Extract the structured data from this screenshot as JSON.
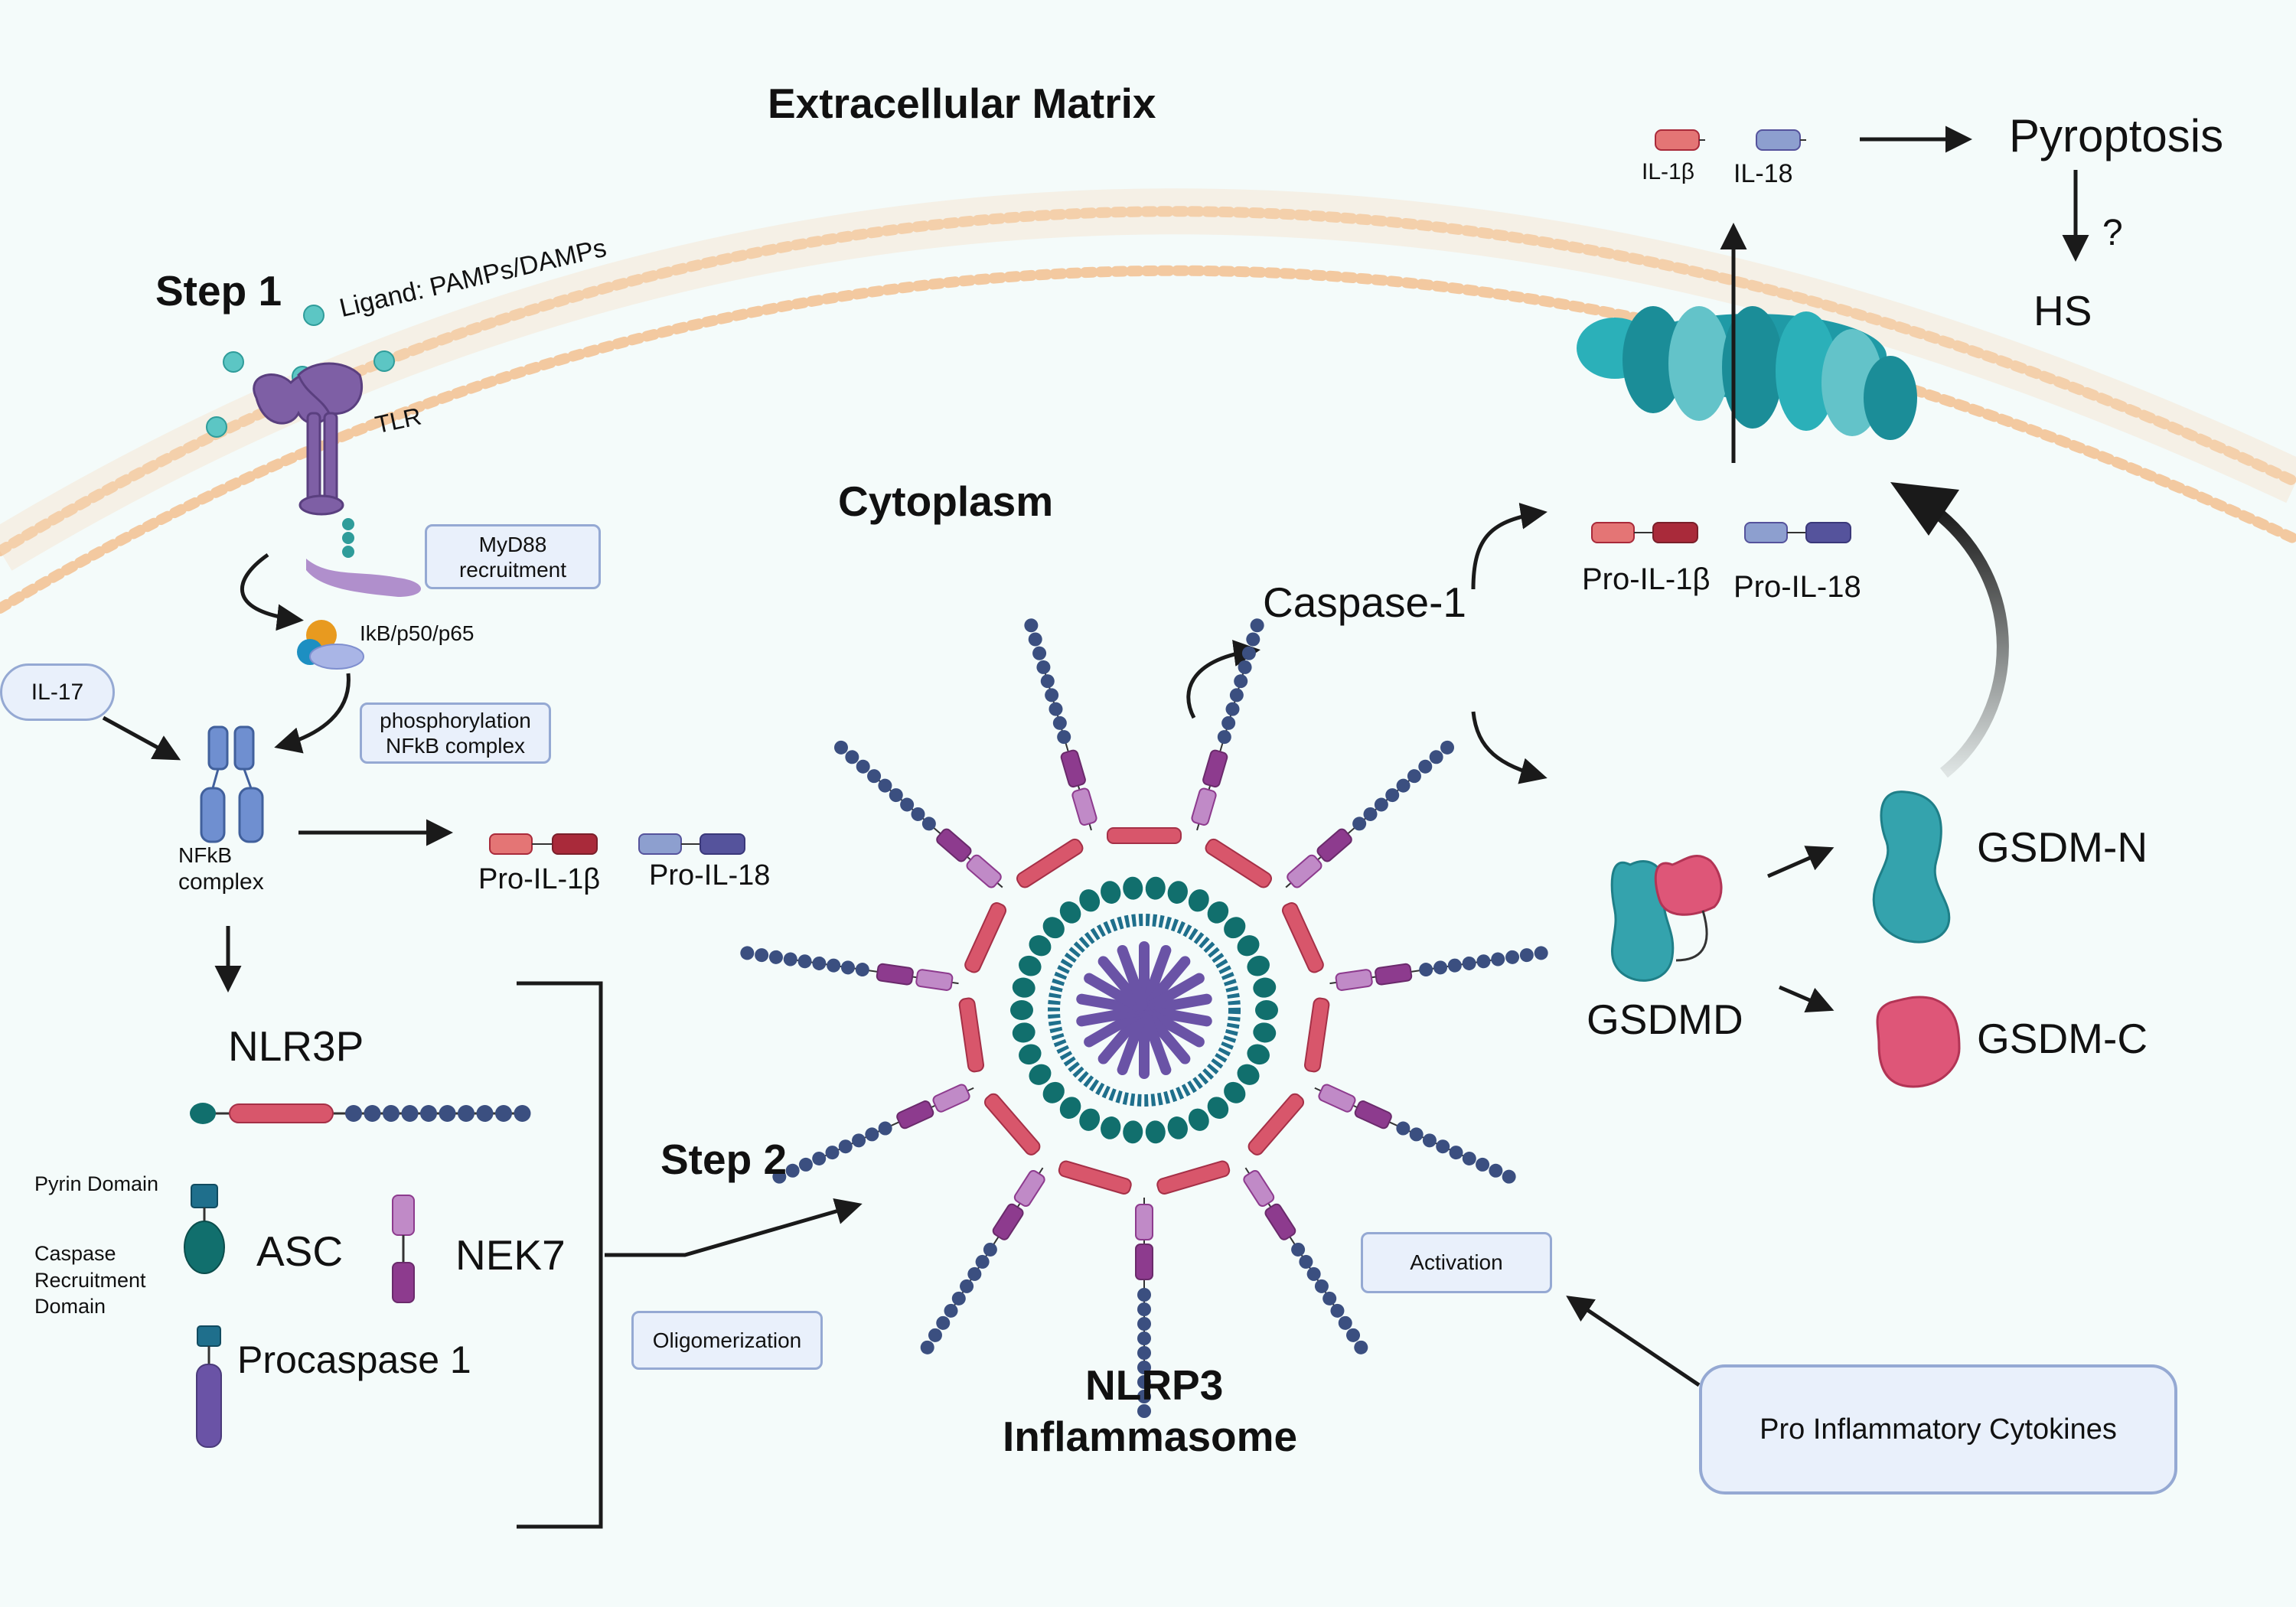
{
  "labels": {
    "extracellular": "Extracellular Matrix",
    "cytoplasm": "Cytoplasm",
    "step1": "Step 1",
    "step2": "Step 2",
    "ligand": "Ligand: PAMPs/DAMPs",
    "tlr": "TLR",
    "myd88_line1": "MyD88",
    "myd88_line2": "recruitment",
    "ikb": "IkB/p50/p65",
    "il17": "IL-17",
    "phos_line1": "phosphorylation",
    "phos_line2": "NFkB complex",
    "nfkb_line1": "NFkB",
    "nfkb_line2": "complex",
    "pro_il1b": "Pro-IL-1β",
    "pro_il18": "Pro-IL-18",
    "nlr3p": "NLR3P",
    "pyrin": "Pyrin Domain",
    "card_line1": "Caspase",
    "card_line2": "Recruitment",
    "card_line3": "Domain",
    "asc": "ASC",
    "nek7": "NEK7",
    "procaspase": "Procaspase 1",
    "oligomerization": "Oligomerization",
    "nlrp3_line1": "NLRP3",
    "nlrp3_line2": "Inflammasome",
    "caspase1": "Caspase-1",
    "il1b": "IL-1β",
    "il18": "IL-18",
    "pyroptosis": "Pyroptosis",
    "question": "?",
    "hs": "HS",
    "gsdmd": "GSDMD",
    "gsdm_n": "GSDM-N",
    "gsdm_c": "GSDM-C",
    "activation": "Activation",
    "cytokines": "Pro Inflammatory Cytokines"
  },
  "colors": {
    "membrane": "#f3c9a0",
    "pore": "#1f9aa6",
    "tlr": "#7e5fa5",
    "il1b_light": "#e47575",
    "il1b_dark": "#a92a3a",
    "il18_light": "#8d9fcf",
    "il18_dark": "#55539c",
    "navy_bead": "#3b4f80",
    "teal_bead": "#116f6d",
    "pink_bar": "#d8566b",
    "violet_core": "#6a53a6",
    "nek_light": "#c08ac7",
    "nek_dark": "#8d3b8e",
    "gsdm_n": "#34a3ad",
    "gsdm_c": "#de5678",
    "box_border": "#95a9d3",
    "box_fill": "#e9f0fb"
  }
}
